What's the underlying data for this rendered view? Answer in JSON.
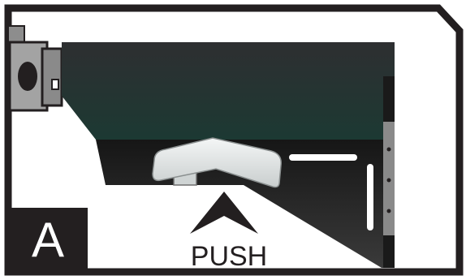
{
  "panel_label": "A",
  "instruction": "PUSH",
  "colors": {
    "frame": "#231f20",
    "housing_top": "#2b2d30",
    "housing_bottom": "#1d3a34",
    "tray": "#2a2a2a",
    "clip": "#e9ecec",
    "bracket": "#2a2a2a",
    "arrow": "#231f20",
    "gear_block": "#9a9a9a"
  },
  "icons": {
    "arrow": "up-arrow-icon",
    "clip": "release-clip",
    "gear": "motor-gear"
  }
}
